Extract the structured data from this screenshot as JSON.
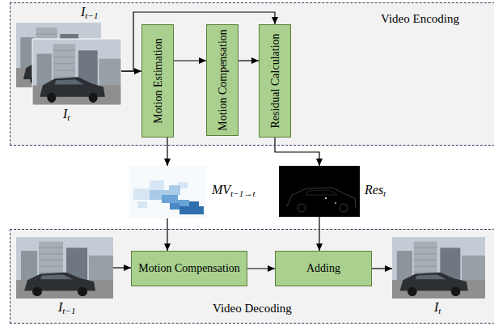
{
  "diagram": {
    "nodes": [
      {
        "text": [
          "Video Encoding"
        ]
      },
      {
        "text": [
          "It−1",
          "It"
        ],
        "in": 0
      },
      {
        "text": [
          "Motion Estimation"
        ],
        "in": 0
      },
      {
        "text": [
          "Motion Compensation"
        ],
        "in": 0
      },
      {
        "text": [
          "Residual Calculation"
        ],
        "in": 0
      },
      {
        "text": [
          "MVt−1→t"
        ]
      },
      {
        "text": [
          "Rest"
        ]
      },
      {
        "text": [
          "Video Decoding"
        ]
      },
      {
        "text": [
          "It−1"
        ],
        "in": 7
      },
      {
        "text": [
          "Motion Compensation"
        ],
        "in": 7
      },
      {
        "text": [
          "Adding"
        ],
        "in": 7
      },
      {
        "text": [
          "It"
        ],
        "in": 7
      }
    ],
    "edges": [
      {
        "from": 1,
        "to": 2,
        "arrow": "to"
      },
      {
        "from": 1,
        "to": 4,
        "arrow": "to"
      },
      {
        "from": 2,
        "to": 3,
        "arrow": "to"
      },
      {
        "from": 3,
        "to": 4,
        "arrow": "to"
      },
      {
        "from": 2,
        "to": 5,
        "arrow": "to"
      },
      {
        "from": 4,
        "to": 6,
        "arrow": "to"
      },
      {
        "from": 5,
        "to": 9,
        "arrow": "to"
      },
      {
        "from": 8,
        "to": 9,
        "arrow": "to"
      },
      {
        "from": 9,
        "to": 10,
        "arrow": "to"
      },
      {
        "from": 6,
        "to": 10,
        "arrow": "to"
      },
      {
        "from": 10,
        "to": 11,
        "arrow": "to"
      }
    ]
  }
}
